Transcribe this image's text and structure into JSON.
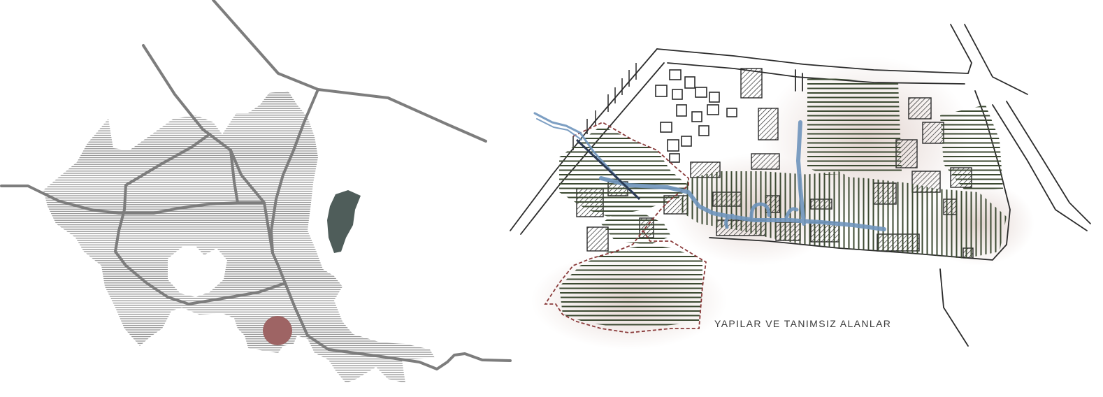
{
  "caption": "YAPILAR VE TANIMSIZ ALANLAR",
  "colors": {
    "background": "#ffffff",
    "hatch_gray": "#8a8a8a",
    "road_gray": "#7d7d7d",
    "site_marker": "#9e6464",
    "lake": "#4f5d5a",
    "sketch_ink": "#2b2b2b",
    "hatch_olive": "#3c4a32",
    "water_blue": "#6f95bd",
    "boundary_red": "#8a3a3a",
    "wash": "#d9c6c0"
  },
  "icons": [
    "site-location-marker",
    "lake-shape",
    "river-stream",
    "site-boundary-dashed"
  ]
}
